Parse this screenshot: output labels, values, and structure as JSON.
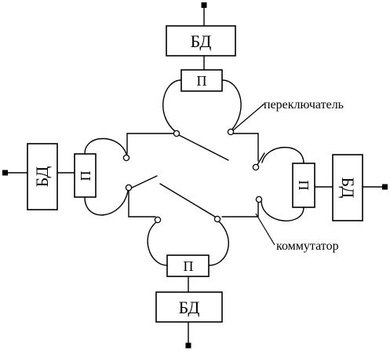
{
  "diagram": {
    "blocks": {
      "data_block": "БД",
      "interface_unit": "П"
    },
    "annotations": {
      "switch": "переключатель",
      "commutator": "коммутатор"
    }
  }
}
